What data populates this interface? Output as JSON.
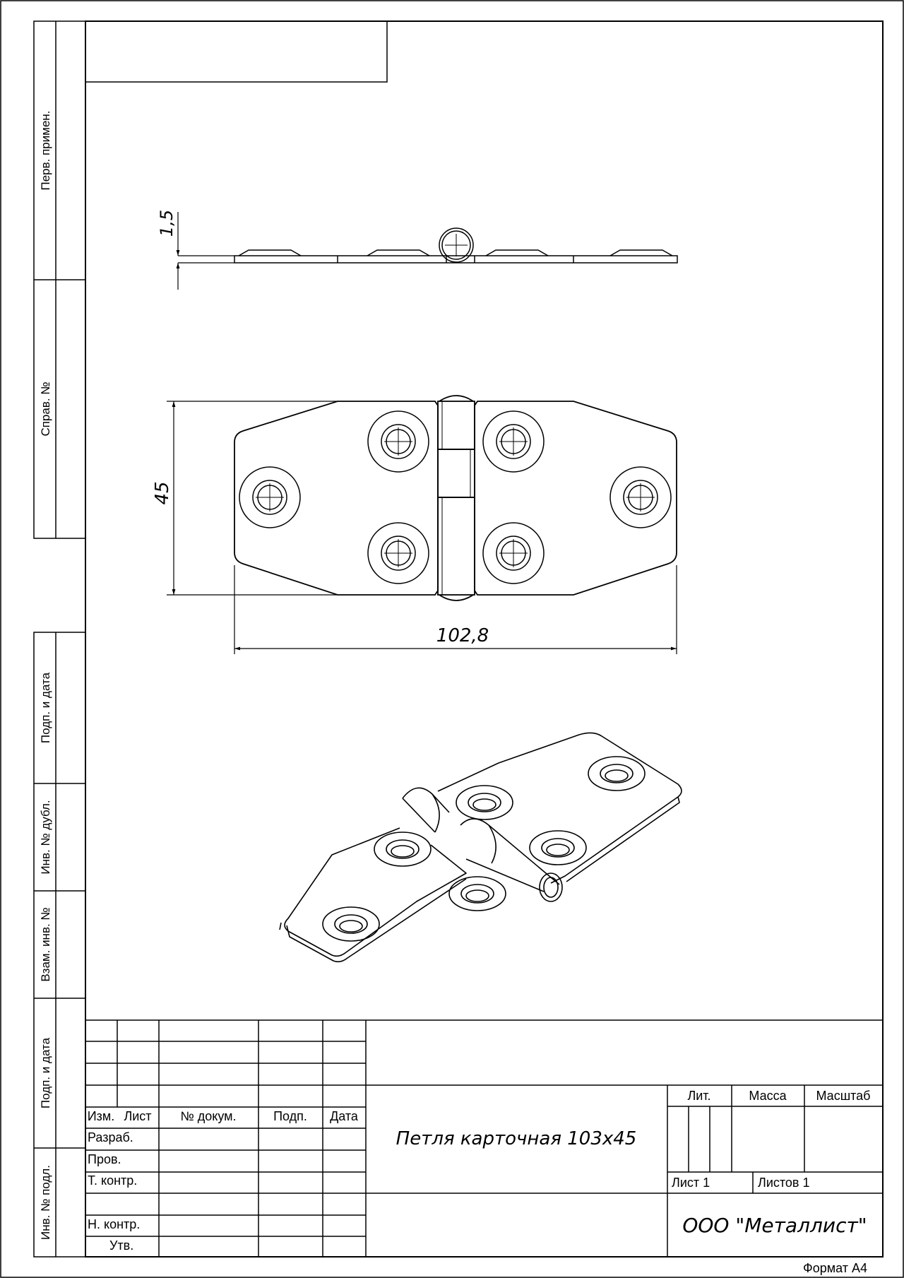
{
  "side_labels": {
    "perv_primen": "Перв. примен.",
    "sprav_no": "Справ. №",
    "podp_data_1": "Подп. и дата",
    "inv_dubl": "Инв. № дубл.",
    "vzam_inv": "Взам. инв. №",
    "podp_data_2": "Подп. и дата",
    "inv_podl": "Инв. № подл."
  },
  "dimensions": {
    "thickness": "1,5",
    "height": "45",
    "length": "102,8"
  },
  "title_block": {
    "headers": {
      "izm": "Изм.",
      "list": "Лист",
      "doc_no": "№ докум.",
      "podp": "Подп.",
      "data": "Дата"
    },
    "roles": {
      "razrab": "Разраб.",
      "prov": "Пров.",
      "t_kontr": "Т. контр.",
      "n_kontr": "Н. контр.",
      "utv": "Утв."
    },
    "lit": "Лит.",
    "massa": "Масса",
    "masshtab": "Масштаб",
    "sheet": "Лист 1",
    "sheets": "Листов 1",
    "part_name": "Петля карточная 103х45",
    "company": "ООО \"Металлист\""
  },
  "format": "Формат А4"
}
